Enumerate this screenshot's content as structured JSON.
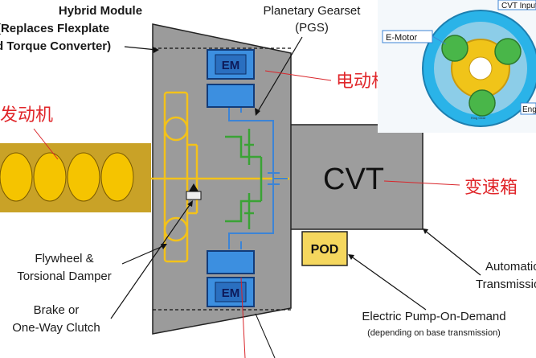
{
  "labels": {
    "hybrid_module_line1": "Hybrid Module",
    "hybrid_module_line2": "(Replaces Flexplate",
    "hybrid_module_line3": "nd Torque Converter)",
    "planetary_gearset_line1": "Planetary Gearset",
    "planetary_gearset_line2": "(PGS)",
    "motor_cn": "电动机",
    "engine_cn": "发动机",
    "transmission_cn": "变速箱",
    "em_top": "EM",
    "em_bottom": "EM",
    "cvt": "CVT",
    "pod": "POD",
    "flywheel_line1": "Flywheel &",
    "flywheel_line2": "Torsional Damper",
    "brake_line1": "Brake or",
    "brake_line2": "One-Way Clutch",
    "automatic_line1": "Automatic",
    "automatic_line2": "Transmission",
    "pump_line1": "Electric Pump-On-Demand",
    "pump_line2": "(depending on base transmission)",
    "inset_emotor": "E-Motor",
    "inset_cvt_input": "CVT Input",
    "inset_engine": "Engine",
    "inset_ring_gear": "Ring Gear"
  },
  "colors": {
    "engine_block": "#c9a227",
    "engine_cylinder": "#f5c400",
    "module_body": "#9b9b9b",
    "cvt_body": "#9d9d9d",
    "em_blue": "#3c8fe0",
    "pod_yellow": "#f5d75e",
    "flywheel_yellow": "#f3c21a",
    "line_blue": "#3c84d6",
    "line_green": "#3aa335",
    "chinese_red": "#e0262a",
    "leader_red": "#d9252a"
  }
}
